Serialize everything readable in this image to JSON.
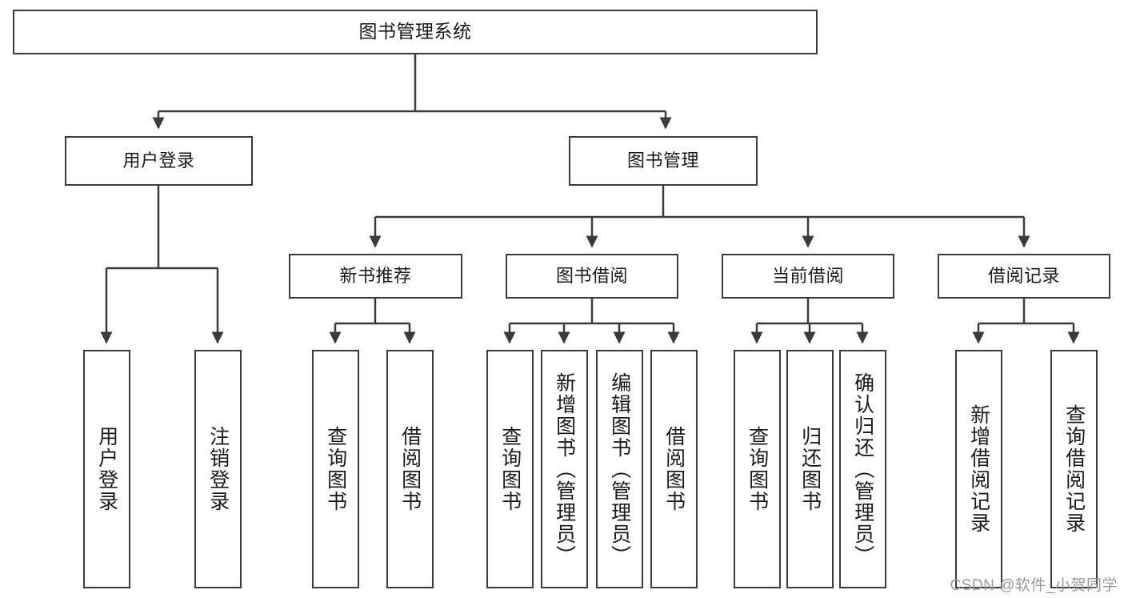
{
  "diagram": {
    "title": "图书管理系统",
    "type": "tree-hierarchy",
    "watermark": "CSDN @软件_小贺同学",
    "colors": {
      "box_border": "#3b3b3b",
      "connector": "#3b3b3b",
      "background": "#ffffff",
      "text": "#1a1a1a",
      "watermark": "#9a9a9a"
    },
    "nodes": {
      "root": {
        "label": "图书管理系统",
        "level": 1,
        "orientation": "horizontal"
      },
      "level2": [
        {
          "id": "user-login",
          "label": "用户登录",
          "orientation": "horizontal"
        },
        {
          "id": "book-management",
          "label": "图书管理",
          "orientation": "horizontal"
        }
      ],
      "level3": [
        {
          "id": "new-book-recommend",
          "label": "新书推荐",
          "orientation": "horizontal"
        },
        {
          "id": "book-borrow",
          "label": "图书借阅",
          "orientation": "horizontal"
        },
        {
          "id": "current-borrow",
          "label": "当前借阅",
          "orientation": "horizontal"
        },
        {
          "id": "borrow-record",
          "label": "借阅记录",
          "orientation": "horizontal"
        }
      ],
      "leaves": {
        "user-login": [
          {
            "id": "leaf-user-login",
            "label": "用户登录",
            "orientation": "vertical"
          },
          {
            "id": "leaf-logout",
            "label": "注销登录",
            "orientation": "vertical"
          }
        ],
        "new-book-recommend": [
          {
            "id": "leaf-query-book-1",
            "label": "查询图书",
            "orientation": "vertical"
          },
          {
            "id": "leaf-borrow-book-1",
            "label": "借阅图书",
            "orientation": "vertical"
          }
        ],
        "book-borrow": [
          {
            "id": "leaf-query-book-2",
            "label": "查询图书",
            "orientation": "vertical"
          },
          {
            "id": "leaf-add-book",
            "label": "新增图书（管理员）",
            "orientation": "vertical"
          },
          {
            "id": "leaf-edit-book",
            "label": "编辑图书（管理员）",
            "orientation": "vertical"
          },
          {
            "id": "leaf-borrow-book-2",
            "label": "借阅图书",
            "orientation": "vertical"
          }
        ],
        "current-borrow": [
          {
            "id": "leaf-query-book-3",
            "label": "查询图书",
            "orientation": "vertical"
          },
          {
            "id": "leaf-return-book",
            "label": "归还图书",
            "orientation": "vertical"
          },
          {
            "id": "leaf-confirm-return",
            "label": "确认归还（管理员）",
            "orientation": "vertical"
          }
        ],
        "borrow-record": [
          {
            "id": "leaf-add-record",
            "label": "新增借阅记录",
            "orientation": "vertical"
          },
          {
            "id": "leaf-query-record",
            "label": "查询借阅记录",
            "orientation": "vertical"
          }
        ]
      }
    }
  }
}
